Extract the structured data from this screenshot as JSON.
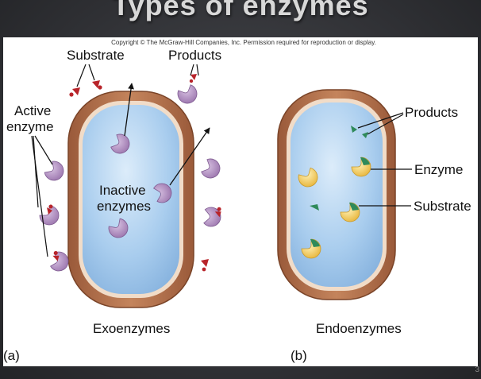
{
  "slide": {
    "title": "Types of enzymes",
    "copyright": "Copyright © The McGraw-Hill Companies, Inc. Permission required for reproduction or display.",
    "page_number": "3"
  },
  "panel_a": {
    "label_substrate": "Substrate",
    "label_products": "Products",
    "label_active_line1": "Active",
    "label_active_line2": "enzyme",
    "label_inactive_line1": "Inactive",
    "label_inactive_line2": "enzymes",
    "caption": "Exoenzymes",
    "letter": "(a)"
  },
  "panel_b": {
    "label_products": "Products",
    "label_enzyme": "Enzyme",
    "label_substrate": "Substrate",
    "caption": "Endoenzymes",
    "letter": "(b)"
  },
  "colors": {
    "wall": "#b8734c",
    "wall_edge": "#7a4428",
    "cytoplasm": "#a9cdee",
    "exoenzyme": "#b08cc0",
    "endoenzyme": "#f2cd5c",
    "substrate_red": "#b8242a",
    "product_green": "#2f8a5a"
  }
}
